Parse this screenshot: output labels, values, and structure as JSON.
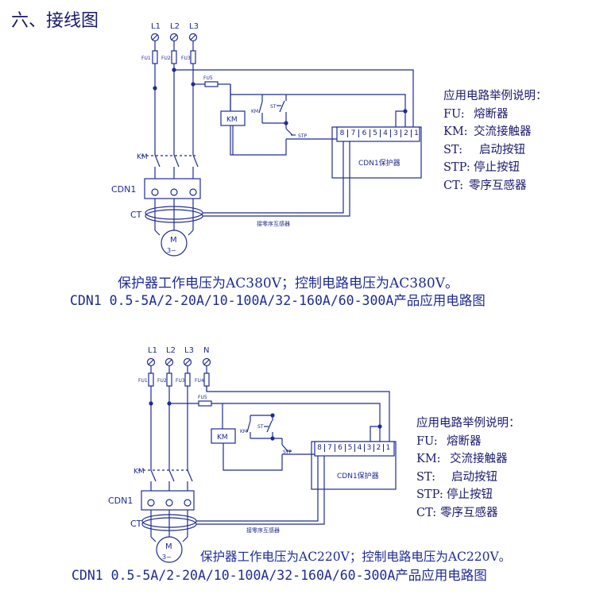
{
  "page_title": "六、接线图",
  "diagrams": [
    {
      "phase_labels": [
        "L1",
        "L2",
        "L3"
      ],
      "fuse_labels": [
        "FU1",
        "FU2",
        "FU3"
      ],
      "control_fuse_label": "FU5",
      "km_coil_label": "KM",
      "km_label": "KM",
      "km_aux_label": "KM",
      "st_label": "ST",
      "stp_label": "STP",
      "terminals": [
        "8",
        "7",
        "6",
        "5",
        "4",
        "3",
        "2",
        "1"
      ],
      "protector_label": "CDN1保护器",
      "cdn1_label": "CDN1",
      "ct_label": "CT",
      "ct_wire_label": "接零序互感器",
      "motor_m": "M",
      "motor_phase": "3~",
      "legend": {
        "title": "应用电路举例说明：",
        "items": [
          {
            "key": "FU:",
            "value": "熔断器"
          },
          {
            "key": "KM:",
            "value": "交流接触器"
          },
          {
            "key": "ST:",
            "value": "启动按钮"
          },
          {
            "key": "STP:",
            "value": "停止按钮"
          },
          {
            "key": "CT:",
            "value": "零序互感器"
          }
        ]
      },
      "caption_voltage": "保护器工作电压为AC380V；控制电路电压为AC380V。",
      "caption_models": "CDN1 0.5-5A/2-20A/10-100A/32-160A/60-300A产品应用电路图"
    },
    {
      "phase_labels": [
        "L1",
        "L2",
        "L3",
        "N"
      ],
      "fuse_labels": [
        "FU1",
        "FU2",
        "FU3",
        "FU4"
      ],
      "control_fuse_label": "FU5",
      "km_coil_label": "KM",
      "km_label": "KM",
      "km_aux_label": "KM",
      "st_label": "ST",
      "stp_label": "STP",
      "terminals": [
        "8",
        "7",
        "6",
        "5",
        "4",
        "3",
        "2",
        "1"
      ],
      "protector_label": "CDN1保护器",
      "cdn1_label": "CDN1",
      "ct_label": "CT",
      "ct_wire_label": "接零序互感器",
      "motor_m": "M",
      "motor_phase": "3~",
      "legend": {
        "title": "应用电路举例说明：",
        "items": [
          {
            "key": "FU:",
            "value": "熔断器"
          },
          {
            "key": "KM:",
            "value": "交流接触器"
          },
          {
            "key": "ST:",
            "value": "启动按钮"
          },
          {
            "key": "STP:",
            "value": "停止按钮"
          },
          {
            "key": "CT:",
            "value": "零序互感器"
          }
        ]
      },
      "caption_voltage": "保护器工作电压为AC220V；控制电路电压为AC220V。",
      "caption_models": "CDN1 0.5-5A/2-20A/10-100A/32-160A/60-300A产品应用电路图"
    }
  ]
}
